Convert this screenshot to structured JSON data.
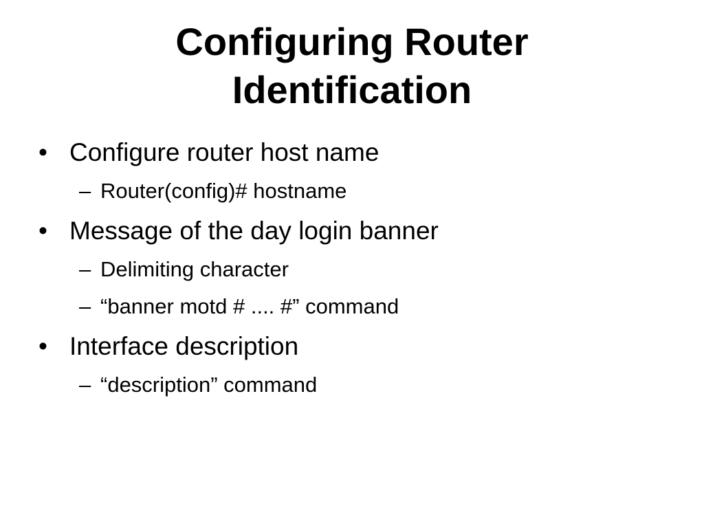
{
  "slide": {
    "title_lines": [
      "Configuring Router",
      "Identification"
    ],
    "bullet_glyph": "•",
    "dash_glyph": "–",
    "items": [
      {
        "text": "Configure router host name",
        "subitems": [
          "Router(config)# hostname"
        ]
      },
      {
        "text": "Message of the day login banner",
        "subitems": [
          "Delimiting character",
          "“banner motd # .... #” command"
        ]
      },
      {
        "text": "Interface description",
        "subitems": [
          "“description” command"
        ]
      }
    ]
  }
}
